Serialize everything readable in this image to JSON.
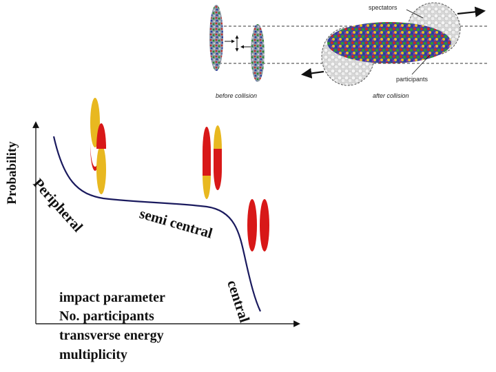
{
  "top_panel": {
    "label_spectators": "spectators",
    "label_participants": "participants",
    "caption_before": "before collision",
    "caption_after": "after collision"
  },
  "plot": {
    "ylabel": "Probability",
    "region_peripheral": "Peripheral",
    "region_semi_central": "semi central",
    "region_central": "central",
    "quantities": [
      "impact parameter",
      "No. participants",
      "transverse energy",
      "multiplicity"
    ]
  },
  "colors": {
    "curve": "#1a1a5e",
    "nucleus_yellow": "#e8b820",
    "nucleus_red": "#d81818",
    "axis": "#222222"
  }
}
